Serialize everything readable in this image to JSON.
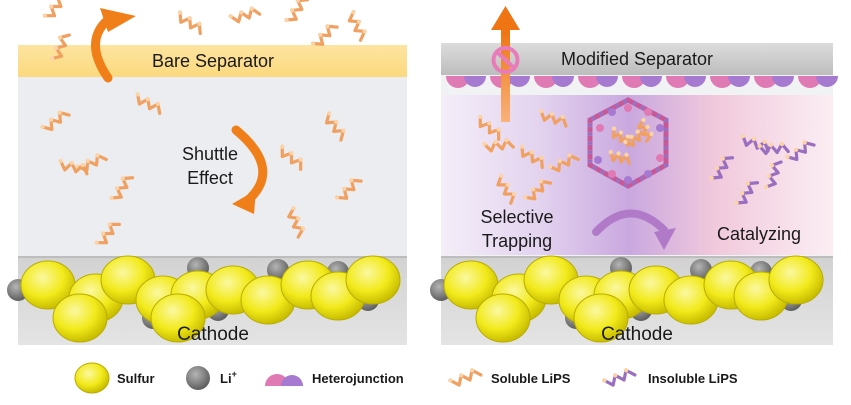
{
  "left_panel": {
    "separator_label": "Bare Separator",
    "effect_label_line1": "Shuttle",
    "effect_label_line2": "Effect",
    "electrode_label": "Cathode"
  },
  "right_panel": {
    "separator_label": "Modified Separator",
    "trapping_label_line1": "Selective",
    "trapping_label_line2": "Trapping",
    "catalyzing_label": "Catalyzing",
    "electrode_label": "Cathode"
  },
  "legend": {
    "sulfur": "Sulfur",
    "li_prefix": "Li",
    "li_sup": "+",
    "heterojunction": "Heterojunction",
    "soluble": "Soluble LiPS",
    "insoluble": "Insoluble LiPS"
  },
  "colors": {
    "sulfur": "#f2ea1a",
    "lithium": "#8a8a8a",
    "bare_separator": "#fde7a5",
    "modified_separator": "#cfcfcf",
    "soluble_lips": "#f0a060",
    "insoluble_lips": "#9a6fc0",
    "arrow_orange": "#f07f1a",
    "arrow_purple": "#b07ac8",
    "hetero_pink": "#e07ab4",
    "hetero_purple": "#a57ad0"
  }
}
